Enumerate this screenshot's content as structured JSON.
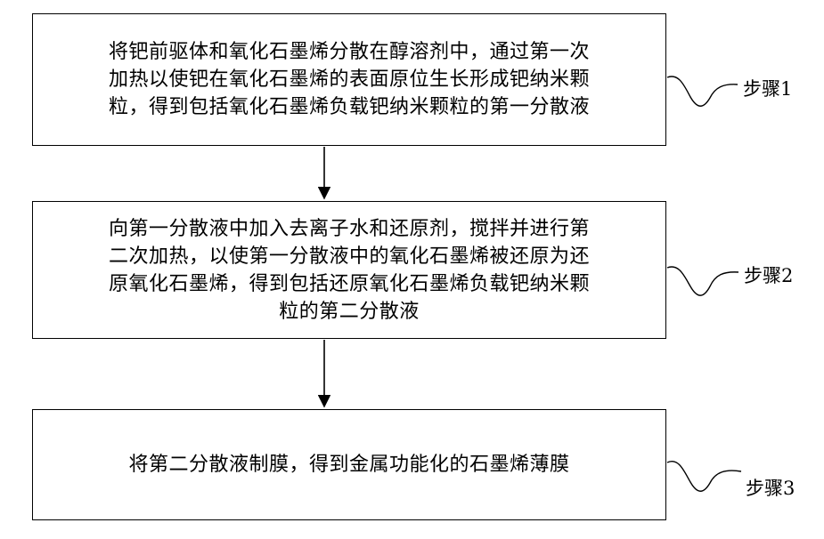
{
  "steps": [
    {
      "lines": [
        "将钯前驱体和氧化石墨烯分散在醇溶剂中，通过第一次",
        "加热以使钯在氧化石墨烯的表面原位生长形成钯纳米颗",
        "粒，得到包括氧化石墨烯负载钯纳米颗粒的第一分散液"
      ],
      "label": "步骤1"
    },
    {
      "lines": [
        "向第一分散液中加入去离子水和还原剂，搅拌并进行第",
        "二次加热，以使第一分散液中的氧化石墨烯被还原为还",
        "原氧化石墨烯，得到包括还原氧化石墨烯负载钯纳米颗",
        "粒的第二分散液"
      ],
      "label": "步骤2"
    },
    {
      "lines": [
        "将第二分散液制膜，得到金属功能化的石墨烯薄膜"
      ],
      "label": "步骤3"
    }
  ]
}
